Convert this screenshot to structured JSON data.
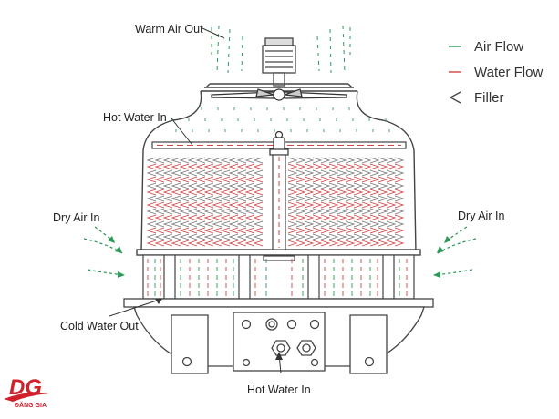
{
  "labels": {
    "warm_air_out": "Warm Air Out",
    "hot_water_in_top": "Hot Water In",
    "dry_air_in_left": "Dry Air In",
    "dry_air_in_right": "Dry Air In",
    "cold_water_out": "Cold Water Out",
    "hot_water_in_bottom": "Hot Water In"
  },
  "legend": [
    {
      "label": "Air Flow",
      "symbol": "air-flow-line",
      "color": "#2e9a5a"
    },
    {
      "label": "Water Flow",
      "symbol": "water-flow-line",
      "color": "#d04545"
    },
    {
      "label": "Filler",
      "symbol": "filler-chevron",
      "color": "#555555"
    }
  ],
  "logo": {
    "mark": "DG",
    "tagline": "ĐĂNG GIA",
    "color": "#d0202a"
  },
  "colors": {
    "air": "#2e9a5a",
    "water": "#d04545",
    "line": "#555555"
  }
}
